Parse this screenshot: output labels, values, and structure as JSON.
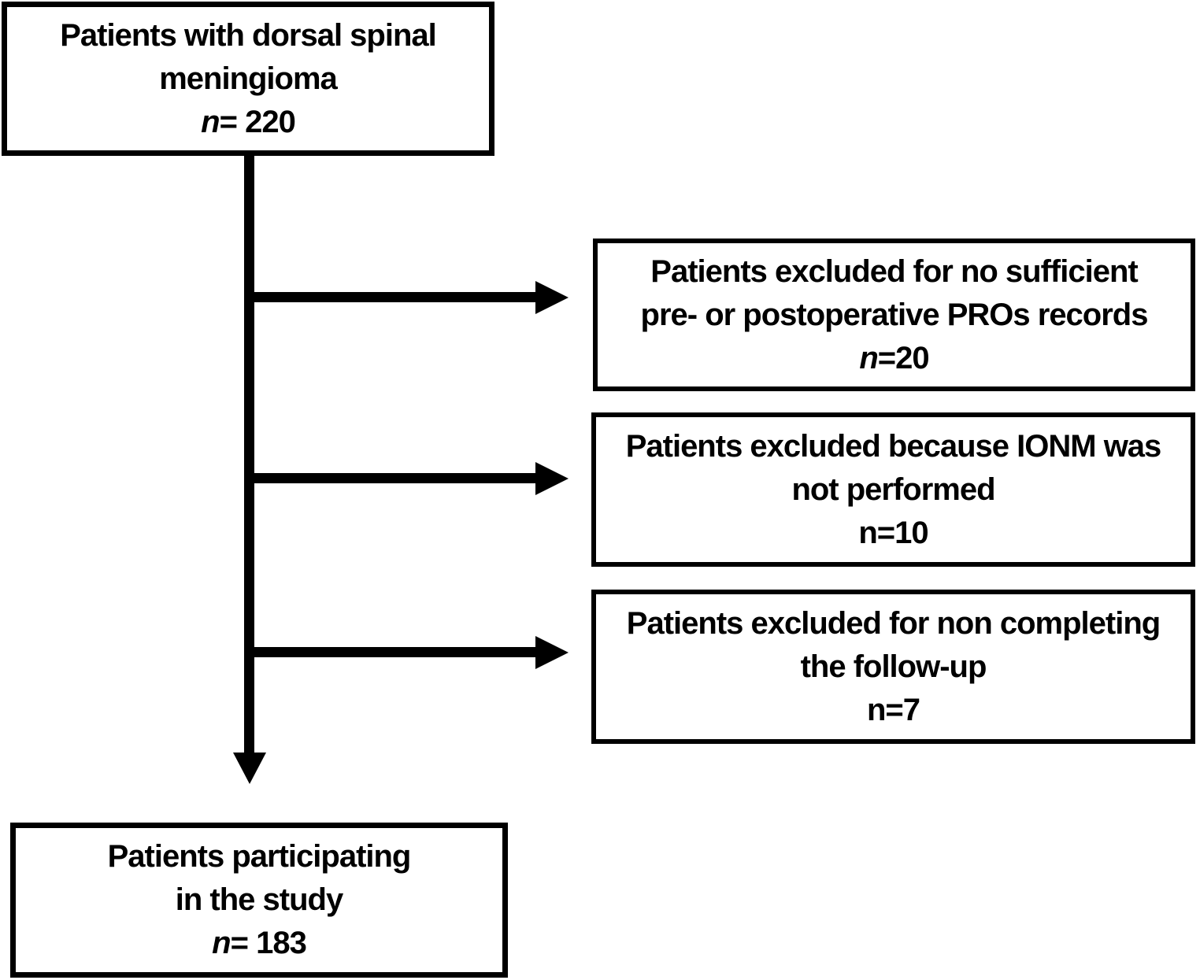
{
  "colors": {
    "background": "#ffffff",
    "line": "#000000",
    "text": "#000000"
  },
  "boxes": {
    "source": {
      "line1": "Patients with dorsal spinal",
      "line2": "meningioma",
      "n_symbol": "n",
      "n_rest": "= 220"
    },
    "excluded_pros": {
      "line1": "Patients excluded for no sufficient",
      "line2": "pre- or postoperative PROs records",
      "n_symbol": "n",
      "n_rest": "=20"
    },
    "excluded_ionm": {
      "line1": "Patients excluded because IONM was",
      "line2": "not performed",
      "n_symbol": "n",
      "n_rest": "=10"
    },
    "excluded_followup": {
      "line1": "Patients excluded for non completing",
      "line2": "the follow-up",
      "n_symbol": "n",
      "n_rest": "=7"
    },
    "final": {
      "line1": "Patients participating",
      "line2": "in the study",
      "n_symbol": "n",
      "n_rest": "= 183"
    }
  }
}
